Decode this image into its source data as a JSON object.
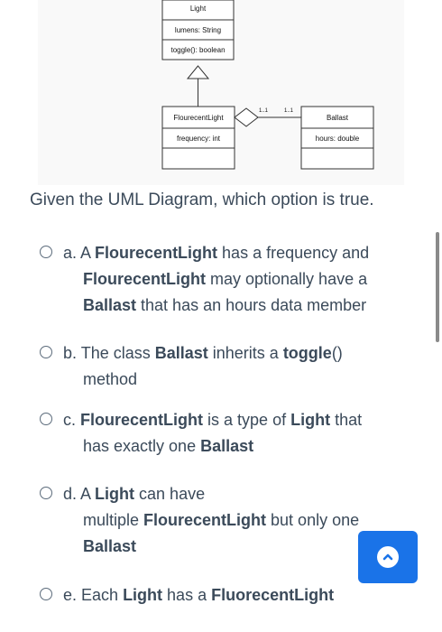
{
  "diagram": {
    "light": {
      "name": "Light",
      "attribute": "lumens: String",
      "method": "toggle(): boolean"
    },
    "fluorescent": {
      "name": "FlourecentLight",
      "attribute": "frequency: int"
    },
    "ballast": {
      "name": "Ballast",
      "attribute": "hours: double"
    },
    "multiplicity_left": "1..1",
    "multiplicity_right": "1..1"
  },
  "question": "Given the UML Diagram, which option is true.",
  "options": [
    {
      "prefix": "a.",
      "line1": [
        "A ",
        "FlourecentLight",
        " has a frequency and"
      ],
      "line2": [
        "FlourecentLight",
        " may optionally have a"
      ],
      "line3": [
        "Ballast",
        " that has an hours data member"
      ]
    },
    {
      "prefix": "b.",
      "line1": [
        "The class ",
        "Ballast",
        " inherits a ",
        "toggle",
        "()"
      ],
      "line2": [
        "method"
      ]
    },
    {
      "prefix": "c.",
      "line1": [
        "FlourecentLight",
        " is a type of ",
        "Light",
        " that"
      ],
      "line2": [
        "has exactly one ",
        "Ballast"
      ]
    },
    {
      "prefix": "d.",
      "line1": [
        "A ",
        "Light",
        " can have"
      ],
      "line2": [
        "multiple ",
        "FlourecentLight",
        " but only one"
      ],
      "line3": [
        "Ballast"
      ]
    },
    {
      "prefix": "e.",
      "line1": [
        "Each ",
        "Light",
        " has a ",
        "FluorecentLight"
      ]
    }
  ],
  "colors": {
    "button": "#1a73e8",
    "text": "#3b4a5a"
  },
  "icons": {
    "scroll_top": "chevron-up-icon"
  }
}
